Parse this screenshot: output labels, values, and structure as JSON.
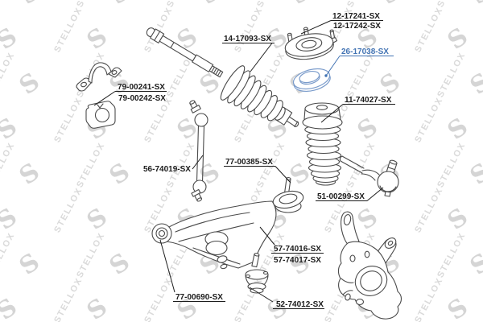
{
  "diagram": {
    "type": "auto-parts-exploded-diagram",
    "brand_watermark": "STELLOX",
    "highlighted_part": "26-17038-SX"
  },
  "watermark": {
    "text": "STELLOX",
    "logo_glyph": "S"
  },
  "colors": {
    "background": "#ffffff",
    "line": "#4a4a4a",
    "label": "#1c1c1c",
    "watermark": "#dadada",
    "highlight_label": "#4273b3",
    "highlight_drawing": "#7b9ccb"
  },
  "parts": [
    {
      "part_number": "12-17241-SX",
      "component": "strut-mount",
      "highlighted": false
    },
    {
      "part_number": "12-17242-SX",
      "component": "strut-mount-alt",
      "highlighted": false
    },
    {
      "part_number": "14-17093-SX",
      "component": "steering-rack-boot",
      "highlighted": false
    },
    {
      "part_number": "26-17038-SX",
      "component": "strut-bearing",
      "highlighted": true
    },
    {
      "part_number": "11-74027-SX",
      "component": "shock-absorber-dust-boot",
      "highlighted": false
    },
    {
      "part_number": "79-00241-SX",
      "component": "stabilizer-bushing",
      "highlighted": false
    },
    {
      "part_number": "79-00242-SX",
      "component": "stabilizer-bushing-alt",
      "highlighted": false
    },
    {
      "part_number": "56-74019-SX",
      "component": "stabilizer-link",
      "highlighted": false
    },
    {
      "part_number": "77-00385-SX",
      "component": "control-arm-rear-bushing",
      "highlighted": false
    },
    {
      "part_number": "51-00299-SX",
      "component": "tie-rod-end",
      "highlighted": false
    },
    {
      "part_number": "57-74016-SX",
      "component": "control-arm",
      "highlighted": false
    },
    {
      "part_number": "57-74017-SX",
      "component": "control-arm-alt",
      "highlighted": false
    },
    {
      "part_number": "77-00690-SX",
      "component": "control-arm-front-bushing",
      "highlighted": false
    },
    {
      "part_number": "52-74012-SX",
      "component": "ball-joint",
      "highlighted": false
    }
  ]
}
